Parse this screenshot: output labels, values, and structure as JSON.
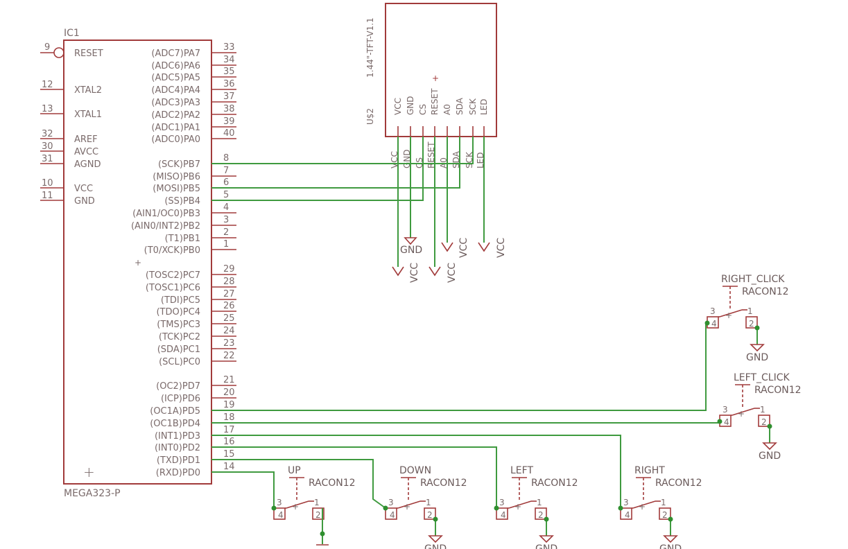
{
  "colors": {
    "part": "#a13a3a",
    "net": "#3f9a3f",
    "text": "#7a6a6a",
    "background": "#ffffff"
  },
  "ic": {
    "name": "IC1",
    "value": "MEGA323-P",
    "left_pins": [
      {
        "num": "9",
        "label": "RESET"
      },
      {
        "num": "12",
        "label": "XTAL2"
      },
      {
        "num": "13",
        "label": "XTAL1"
      },
      {
        "num": "32",
        "label": "AREF"
      },
      {
        "num": "30",
        "label": "AVCC"
      },
      {
        "num": "31",
        "label": "AGND"
      },
      {
        "num": "10",
        "label": "VCC"
      },
      {
        "num": "11",
        "label": "GND"
      }
    ],
    "right_pins": [
      {
        "num": "33",
        "label": "(ADC7)PA7"
      },
      {
        "num": "34",
        "label": "(ADC6)PA6"
      },
      {
        "num": "35",
        "label": "(ADC5)PA5"
      },
      {
        "num": "36",
        "label": "(ADC4)PA4"
      },
      {
        "num": "37",
        "label": "(ADC3)PA3"
      },
      {
        "num": "38",
        "label": "(ADC2)PA2"
      },
      {
        "num": "39",
        "label": "(ADC1)PA1"
      },
      {
        "num": "40",
        "label": "(ADC0)PA0"
      },
      {
        "num": "8",
        "label": "(SCK)PB7"
      },
      {
        "num": "7",
        "label": "(MISO)PB6"
      },
      {
        "num": "6",
        "label": "(MOSI)PB5"
      },
      {
        "num": "5",
        "label": "(SS)PB4"
      },
      {
        "num": "4",
        "label": "(AIN1/OC0)PB3"
      },
      {
        "num": "3",
        "label": "(AIN0/INT2)PB2"
      },
      {
        "num": "2",
        "label": "(T1)PB1"
      },
      {
        "num": "1",
        "label": "(T0/XCK)PB0"
      },
      {
        "num": "29",
        "label": "(TOSC2)PC7"
      },
      {
        "num": "28",
        "label": "(TOSC1)PC6"
      },
      {
        "num": "27",
        "label": "(TDI)PC5"
      },
      {
        "num": "26",
        "label": "(TDO)PC4"
      },
      {
        "num": "25",
        "label": "(TMS)PC3"
      },
      {
        "num": "24",
        "label": "(TCK)PC2"
      },
      {
        "num": "23",
        "label": "(SDA)PC1"
      },
      {
        "num": "22",
        "label": "(SCL)PC0"
      },
      {
        "num": "21",
        "label": "(OC2)PD7"
      },
      {
        "num": "20",
        "label": "(ICP)PD6"
      },
      {
        "num": "19",
        "label": "(OC1A)PD5"
      },
      {
        "num": "18",
        "label": "(OC1B)PD4"
      },
      {
        "num": "17",
        "label": "(INT1)PD3"
      },
      {
        "num": "16",
        "label": "(INT0)PD2"
      },
      {
        "num": "15",
        "label": "(TXD)PD1"
      },
      {
        "num": "14",
        "label": "(RXD)PD0"
      }
    ]
  },
  "tft": {
    "name": "U$2",
    "value": "1.44\"-TFT-V1.1",
    "pins": [
      "VCC",
      "GND",
      "CS",
      "RESET",
      "A0",
      "SDA",
      "SCK",
      "LED"
    ]
  },
  "power": {
    "vcc": "VCC",
    "gnd": "GND"
  },
  "buttons": [
    {
      "name": "UP",
      "value": "RACON12"
    },
    {
      "name": "DOWN",
      "value": "RACON12"
    },
    {
      "name": "LEFT",
      "value": "RACON12"
    },
    {
      "name": "RIGHT",
      "value": "RACON12"
    },
    {
      "name": "RIGHT_CLICK",
      "value": "RACON12"
    },
    {
      "name": "LEFT_CLICK",
      "value": "RACON12"
    }
  ],
  "switch_pins": [
    "1",
    "2",
    "3",
    "4"
  ]
}
